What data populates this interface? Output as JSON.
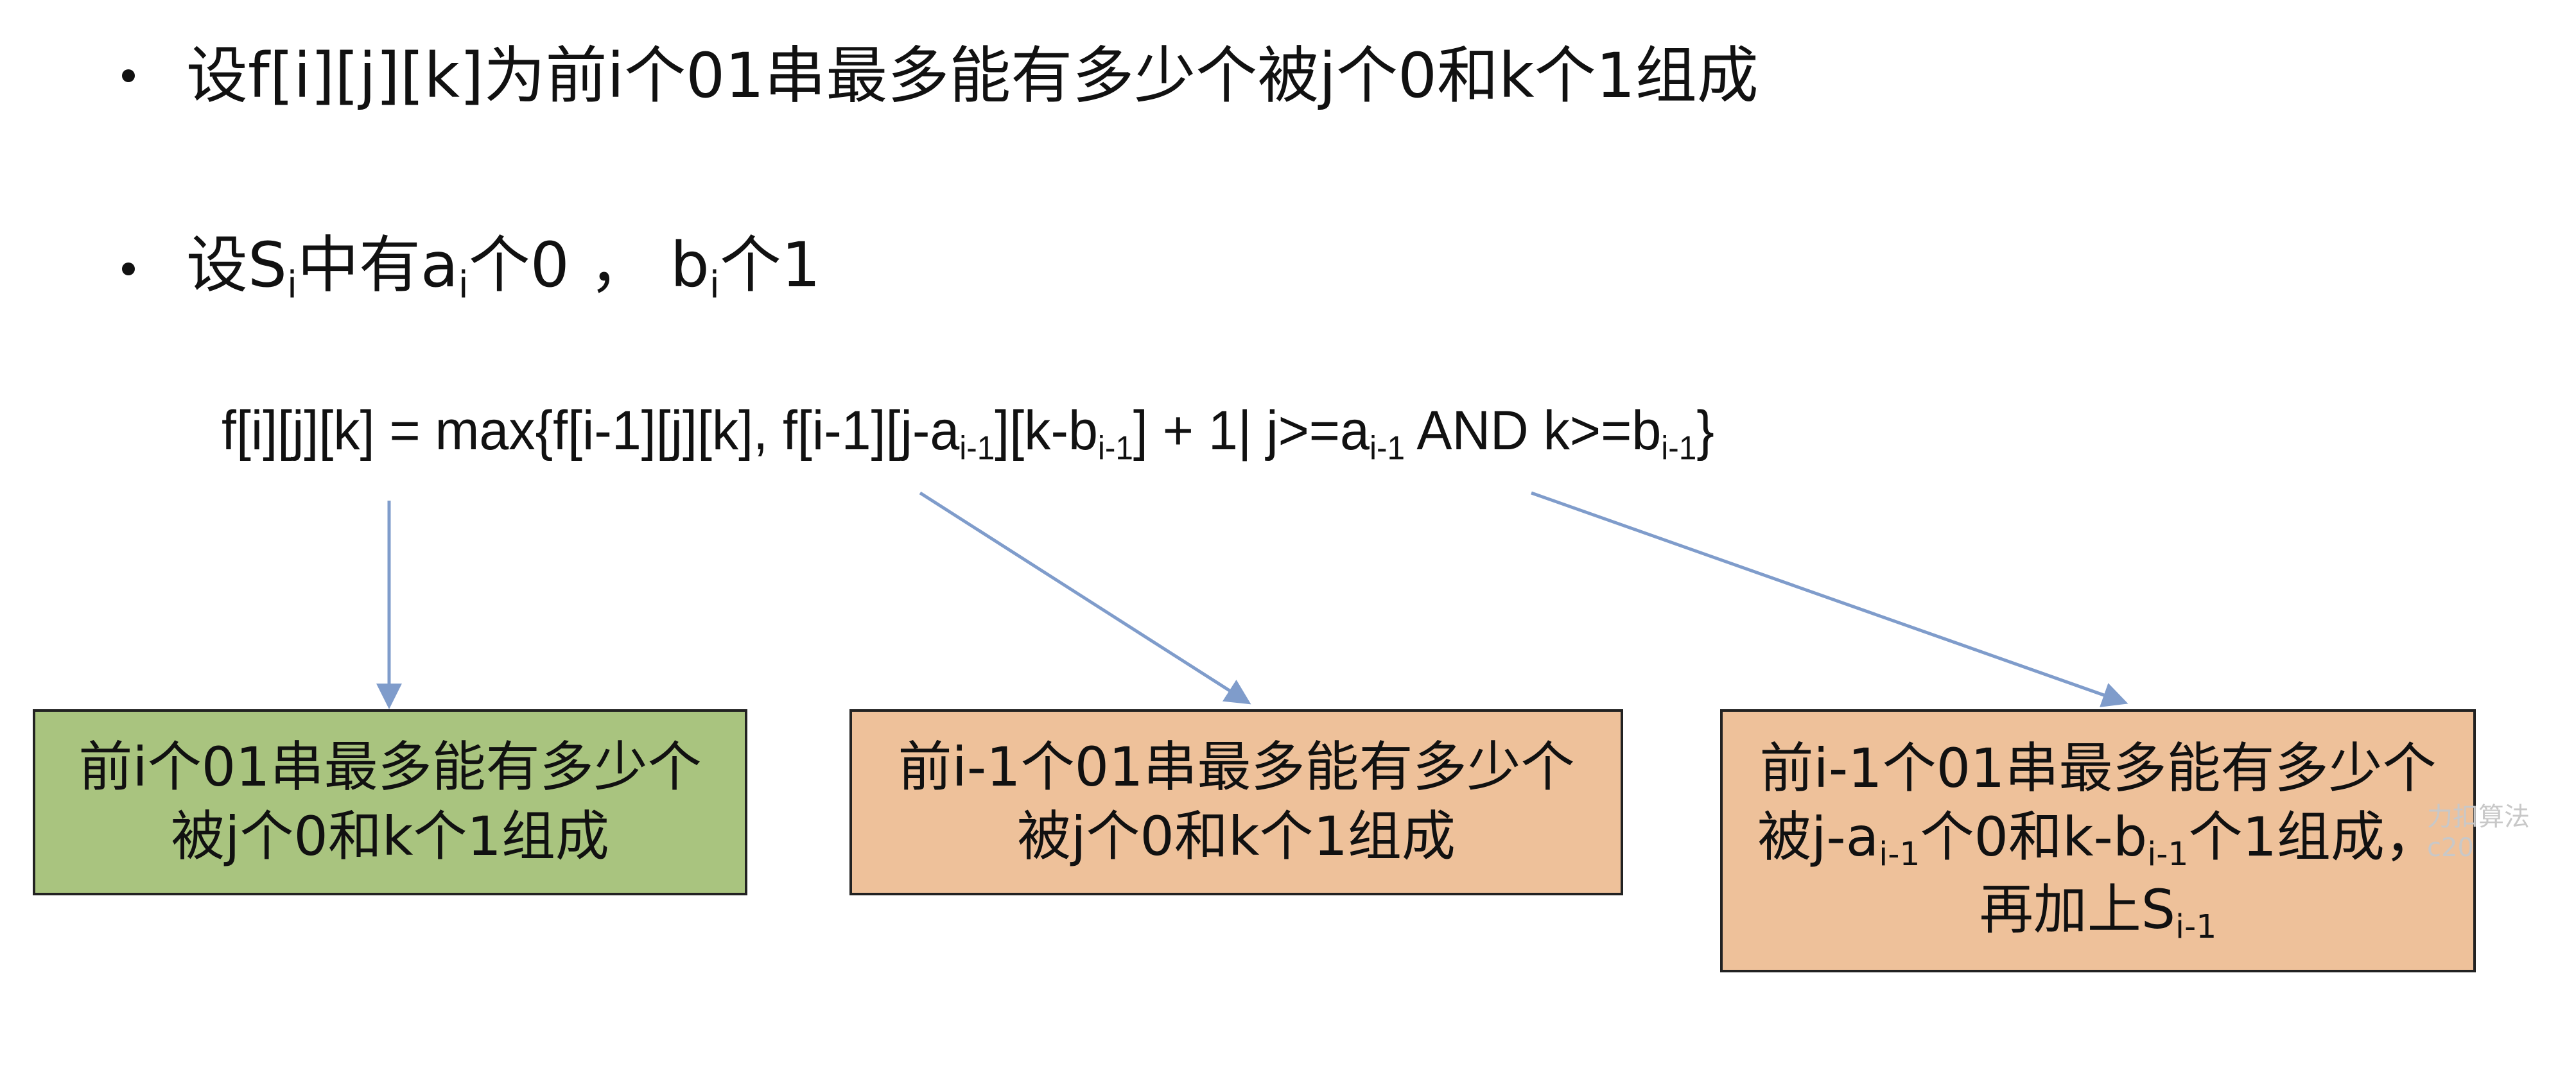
{
  "bullets": [
    {
      "text": "设f[i][j][k]为前i个01串最多能有多少个被j个0和k个1组成"
    },
    {
      "pre": "设S",
      "sub1": "i",
      "mid": "中有a",
      "sub2": "i",
      "mid2": "个0 ， b",
      "sub3": "i",
      "post": "个1"
    }
  ],
  "formula": {
    "p1": "f[i][j][k] = max{f[i-1][j][k], f[i-1][j-a",
    "s1": "i-1",
    "p2": "][k-b",
    "s2": "i-1",
    "p3": "] + 1| j>=a",
    "s3": "i-1",
    "p4": " AND k>=b",
    "s4": "i-1",
    "p5": "}"
  },
  "boxes": [
    {
      "text": "前i个01串最多能有多少个被j个0和k个1组成",
      "color": "#a9c47f"
    },
    {
      "text": "前i-1个01串最多能有多少个被j个0和k个1组成",
      "color": "#eec19a"
    },
    {
      "pre": "前i-1个01串最多能有多少个被j-a",
      "s1": "i-1",
      "mid": "个0和k-b",
      "s2": "i-1",
      "mid2": "个1组成， 再加上S",
      "s3": "i-1",
      "color": "#eec19a"
    }
  ],
  "arrow_color": "#7f9ccb",
  "watermark": "力扣算法 c20"
}
